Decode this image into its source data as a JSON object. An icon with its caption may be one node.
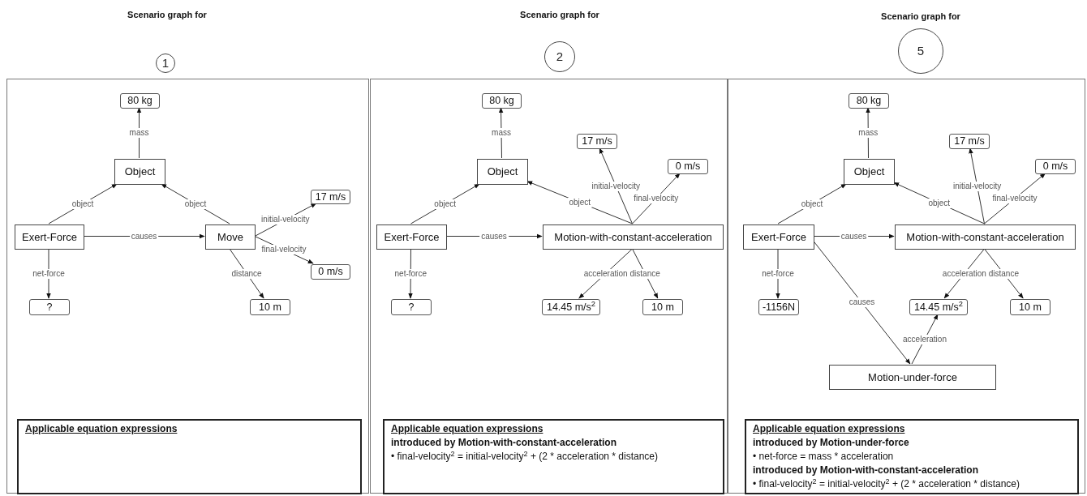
{
  "diagram": {
    "nodes": [
      {
        "text": [
          "1"
        ]
      },
      {
        "text": [],
        "shape": "box"
      },
      {
        "text": [
          "80 kg"
        ],
        "in": 1
      },
      {
        "text": [
          "Object"
        ],
        "in": 1
      },
      {
        "text": [
          "Exert-Force"
        ],
        "in": 1
      },
      {
        "text": [
          "Move"
        ],
        "in": 1
      },
      {
        "text": [
          "17 m/s"
        ],
        "in": 1
      },
      {
        "text": [
          "0 m/s"
        ],
        "in": 1
      },
      {
        "text": [
          "?"
        ],
        "in": 1
      },
      {
        "text": [
          "10 m"
        ],
        "in": 1
      },
      {
        "text": [
          "Applicable equation expressions"
        ],
        "in": 1
      },
      {
        "text": [
          "2"
        ]
      },
      {
        "text": [],
        "shape": "box"
      },
      {
        "text": [
          "80 kg"
        ],
        "in": 12
      },
      {
        "text": [
          "Object"
        ],
        "in": 12
      },
      {
        "text": [
          "17 m/s"
        ],
        "in": 12
      },
      {
        "text": [
          "0 m/s"
        ],
        "in": 12
      },
      {
        "text": [
          "Exert-Force"
        ],
        "in": 12
      },
      {
        "text": [
          "Motion-with-constant-acceleration"
        ],
        "in": 12
      },
      {
        "text": [
          "?"
        ],
        "in": 12
      },
      {
        "text": [
          "14.45 m/s$^{2}$"
        ],
        "in": 12
      },
      {
        "text": [
          "10 m"
        ],
        "in": 12
      },
      {
        "text": [
          "Applicable equation expressions",
          "introduced by Motion-with-constant-acceleration",
          "• final-velocity$^{2}$ = initial-velocity$^{2}$ + (2 * acceleration * distance)"
        ],
        "in": 12
      },
      {
        "text": [
          "5"
        ]
      },
      {
        "text": [],
        "shape": "box"
      },
      {
        "text": [
          "80 kg"
        ],
        "in": 24
      },
      {
        "text": [
          "Object"
        ],
        "in": 24
      },
      {
        "text": [
          "17 m/s"
        ],
        "in": 24
      },
      {
        "text": [
          "0 m/s"
        ],
        "in": 24
      },
      {
        "text": [
          "Exert-Force"
        ],
        "in": 24
      },
      {
        "text": [
          "Motion-with-constant-acceleration"
        ],
        "in": 24
      },
      {
        "text": [
          "-1156N"
        ],
        "in": 24
      },
      {
        "text": [
          "14.45 m/s$^{2}$"
        ],
        "in": 24
      },
      {
        "text": [
          "10 m"
        ],
        "in": 24
      },
      {
        "text": [
          "Motion-under-force"
        ],
        "in": 24
      },
      {
        "text": [
          "Applicable equation expressions",
          "introduced by Motion-under-force",
          "• net-force = mass * acceleration",
          "introduced by Motion-with-constant-acceleration",
          "• final-velocity$^{2}$ = initial-velocity$^{2}$ + (2 * acceleration * distance)"
        ],
        "in": 24
      }
    ],
    "edges": [
      {
        "from": 3,
        "to": 2,
        "arrow": "to",
        "label": "mass"
      },
      {
        "from": 4,
        "to": 3,
        "arrow": "to",
        "label": "object"
      },
      {
        "from": 5,
        "to": 3,
        "arrow": "to",
        "label": "object"
      },
      {
        "from": 4,
        "to": 5,
        "arrow": "to",
        "label": "causes"
      },
      {
        "from": 5,
        "to": 6,
        "arrow": "to",
        "label": "initial-velocity"
      },
      {
        "from": 5,
        "to": 7,
        "arrow": "to",
        "label": "final-velocity"
      },
      {
        "from": 5,
        "to": 9,
        "arrow": "to",
        "label": "distance"
      },
      {
        "from": 4,
        "to": 8,
        "arrow": "to",
        "label": "net-force"
      },
      {
        "from": 14,
        "to": 13,
        "arrow": "to",
        "label": "mass"
      },
      {
        "from": 17,
        "to": 14,
        "arrow": "to",
        "label": "object"
      },
      {
        "from": 18,
        "to": 14,
        "arrow": "to",
        "label": "object"
      },
      {
        "from": 18,
        "to": 15,
        "arrow": "to",
        "label": "initial-velocity"
      },
      {
        "from": 18,
        "to": 16,
        "arrow": "to",
        "label": "final-velocity"
      },
      {
        "from": 17,
        "to": 18,
        "arrow": "to",
        "label": "causes"
      },
      {
        "from": 18,
        "to": 20,
        "arrow": "to",
        "label": "acceleration"
      },
      {
        "from": 18,
        "to": 21,
        "arrow": "to",
        "label": "distance"
      },
      {
        "from": 17,
        "to": 19,
        "arrow": "to",
        "label": "net-force"
      },
      {
        "from": 26,
        "to": 25,
        "arrow": "to",
        "label": "mass"
      },
      {
        "from": 29,
        "to": 26,
        "arrow": "to",
        "label": "object"
      },
      {
        "from": 30,
        "to": 26,
        "arrow": "to",
        "label": "object"
      },
      {
        "from": 30,
        "to": 27,
        "arrow": "to",
        "label": "initial-velocity"
      },
      {
        "from": 30,
        "to": 28,
        "arrow": "to",
        "label": "final-velocity"
      },
      {
        "from": 29,
        "to": 30,
        "arrow": "to",
        "label": "causes"
      },
      {
        "from": 30,
        "to": 32,
        "arrow": "to",
        "label": "acceleration"
      },
      {
        "from": 30,
        "to": 33,
        "arrow": "to",
        "label": "distance"
      },
      {
        "from": 29,
        "to": 31,
        "arrow": "to",
        "label": "net-force"
      },
      {
        "from": 29,
        "to": 34,
        "arrow": "to",
        "label": "causes"
      },
      {
        "from": 34,
        "to": 32,
        "arrow": "to",
        "label": "acceleration"
      }
    ],
    "labels": [
      "Scenario graph for",
      "Scenario graph for",
      "Scenario graph for"
    ]
  }
}
